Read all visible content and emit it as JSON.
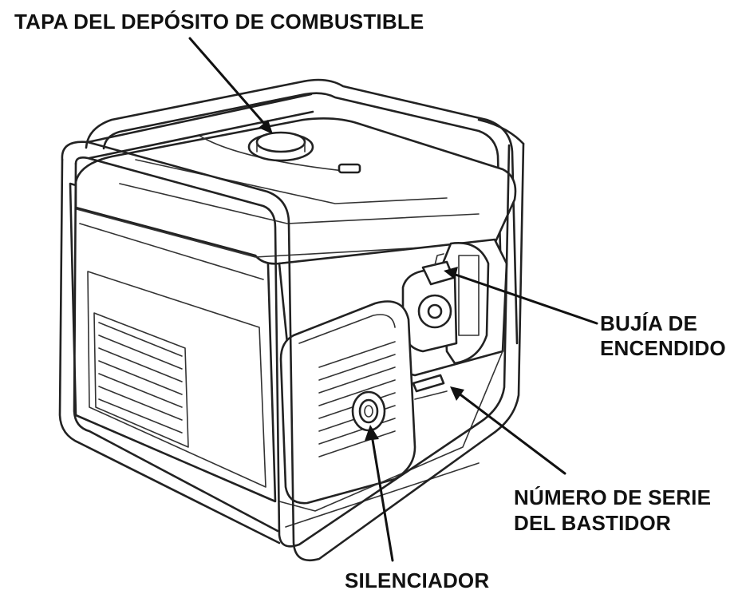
{
  "labels": {
    "fuel_cap": "TAPA DEL DEPÓSITO DE COMBUSTIBLE",
    "spark_plug_line1": "BUJÍA DE",
    "spark_plug_line2": "ENCENDIDO",
    "serial_line1": "NÚMERO DE SERIE",
    "serial_line2": "DEL BASTIDOR",
    "muffler": "SILENCIADOR"
  },
  "colors": {
    "ink": "#111111",
    "background": "#ffffff"
  }
}
